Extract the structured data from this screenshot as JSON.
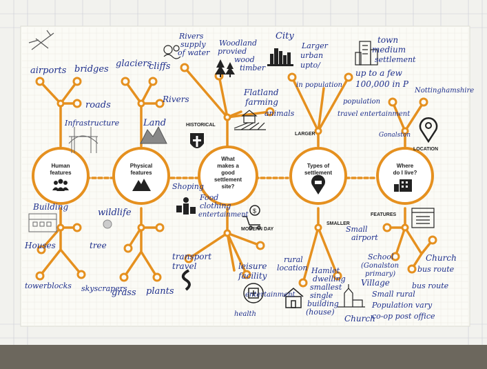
{
  "nodes": {
    "human": [
      "Human",
      "features"
    ],
    "physical": [
      "Physical",
      "features"
    ],
    "site": [
      "What",
      "makes a",
      "good",
      "settlement",
      "site?"
    ],
    "types": [
      "Types of",
      "settlement"
    ],
    "where": [
      "Where",
      "do I live?"
    ]
  },
  "captions": {
    "historical": "HISTORICAL",
    "larger": "LARGER",
    "location": "LOCATION",
    "modern_day": "MODERN DAY",
    "smaller": "SMALLER",
    "features": "FEATURES"
  },
  "handwriting": {
    "airports": "airports",
    "bridges": "bridges",
    "roads": "roads",
    "infrastructure": "Infrastructure",
    "glaciers": "glaciers",
    "cliffs": "cliffs",
    "rivers_physical": "Rivers",
    "land": "Land",
    "rivers_supply_1": "Rivers",
    "rivers_supply_2": "supply",
    "rivers_supply_3": "of water",
    "woodland_1": "Woodland",
    "woodland_2": "provied",
    "woodland_3": "wood",
    "timber": "timber",
    "flatland_1": "Flatland",
    "flatland_2": "farming",
    "flatland_3": "animals",
    "city": "City",
    "larger_1": "Larger",
    "larger_2": "urban",
    "larger_3": "upto/",
    "larger_4": "in population",
    "town_1": "town",
    "town_2": "medium",
    "town_3": "settlement",
    "upto_1": "up to a few",
    "upto_2": "100,000 in P",
    "upto_3": "population",
    "upto_4": "travel entertainment",
    "nottinghamshire": "Nottinghamshire",
    "gonalston": "Gonalston",
    "building": "Building",
    "wildlife": "wildlife",
    "houses": "Houses",
    "tree": "tree",
    "towerblocks": "towerblocks",
    "skyscrapers": "skyscrapers",
    "grass": "grass",
    "plants": "plants",
    "shopping": "Shoping",
    "food_1": "Food",
    "food_2": "clothing",
    "food_3": "entertainment",
    "transport_1": "transport",
    "transport_2": "travel",
    "leisure_1": "leisure",
    "leisure_2": "facility",
    "leisure_3": "entertainment",
    "health": "health",
    "rural_1": "rural",
    "rural_2": "location",
    "hamlet_1": "Hamlet",
    "hamlet_2": "dwelling",
    "hamlet_3": "smallest",
    "hamlet_4": "single",
    "hamlet_5": "building",
    "hamlet_6": "(house)",
    "church_small": "Church",
    "small_airport_1": "Small",
    "small_airport_2": "airport",
    "school_1": "School",
    "school_2": "(Gonalston",
    "school_3": "primary)",
    "village": "Village",
    "small_rural": "Small rural",
    "population": "Population vary",
    "coop": "co-op post office",
    "church_where": "Church",
    "busroute_1": "bus route",
    "busroute_2": "bus route"
  },
  "colors": {
    "orange": "#e5901f",
    "ink": "#1e2f8c",
    "paper": "#fbfbf6",
    "notebook": "#f2f2ee",
    "table": "#7a7468"
  }
}
